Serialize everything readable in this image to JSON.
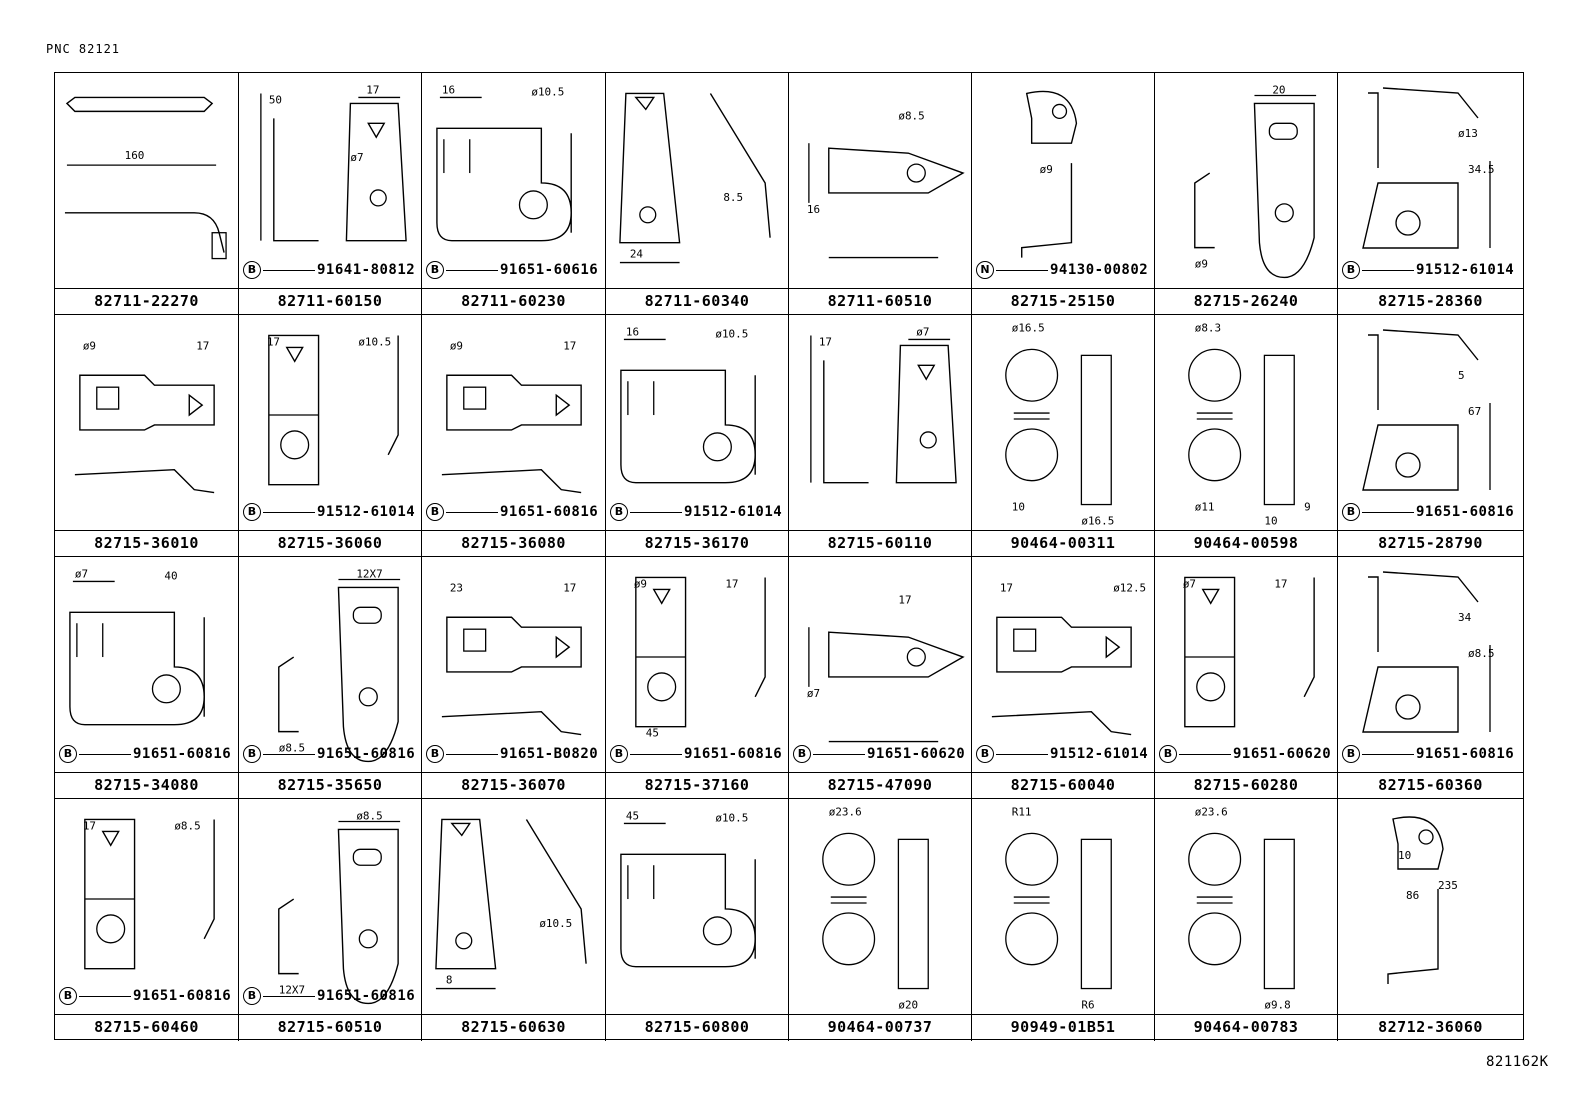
{
  "pnc": "PNC 82121",
  "footer_code": "821162K",
  "cells": [
    {
      "part": "82711-22270",
      "ref_symbol": "",
      "ref_part": "",
      "dims": [
        "160"
      ]
    },
    {
      "part": "82711-60150",
      "ref_symbol": "B",
      "ref_part": "91641-80812",
      "dims": [
        "50",
        "17",
        "ø7"
      ]
    },
    {
      "part": "82711-60230",
      "ref_symbol": "B",
      "ref_part": "91651-60616",
      "dims": [
        "16",
        "ø10.5"
      ]
    },
    {
      "part": "82711-60340",
      "ref_symbol": "",
      "ref_part": "",
      "dims": [
        "8.5",
        "24"
      ]
    },
    {
      "part": "82711-60510",
      "ref_symbol": "",
      "ref_part": "",
      "dims": [
        "ø8.5",
        "16"
      ]
    },
    {
      "part": "82715-25150",
      "ref_symbol": "N",
      "ref_part": "94130-00802",
      "dims": [
        "ø9"
      ]
    },
    {
      "part": "82715-26240",
      "ref_symbol": "",
      "ref_part": "",
      "dims": [
        "20",
        "ø9"
      ]
    },
    {
      "part": "82715-28360",
      "ref_symbol": "B",
      "ref_part": "91512-61014",
      "dims": [
        "ø13",
        "34.5"
      ]
    },
    {
      "part": "82715-36010",
      "ref_symbol": "",
      "ref_part": "",
      "dims": [
        "ø9",
        "17"
      ]
    },
    {
      "part": "82715-36060",
      "ref_symbol": "B",
      "ref_part": "91512-61014",
      "dims": [
        "17",
        "ø10.5"
      ]
    },
    {
      "part": "82715-36080",
      "ref_symbol": "B",
      "ref_part": "91651-60816",
      "dims": [
        "ø9",
        "17"
      ]
    },
    {
      "part": "82715-36170",
      "ref_symbol": "B",
      "ref_part": "91512-61014",
      "dims": [
        "16",
        "ø10.5"
      ]
    },
    {
      "part": "82715-60110",
      "ref_symbol": "",
      "ref_part": "",
      "dims": [
        "17",
        "ø7"
      ]
    },
    {
      "part": "90464-00311",
      "ref_symbol": "",
      "ref_part": "",
      "dims": [
        "ø16.5",
        "ø16.5",
        "10"
      ]
    },
    {
      "part": "90464-00598",
      "ref_symbol": "",
      "ref_part": "",
      "dims": [
        "ø8.3",
        "10",
        "ø11",
        "9"
      ]
    },
    {
      "part": "82715-28790",
      "ref_symbol": "B",
      "ref_part": "91651-60816",
      "dims": [
        "5",
        "67"
      ]
    },
    {
      "part": "82715-34080",
      "ref_symbol": "B",
      "ref_part": "91651-60816",
      "dims": [
        "ø7",
        "40"
      ]
    },
    {
      "part": "82715-35650",
      "ref_symbol": "B",
      "ref_part": "91651-60816",
      "dims": [
        "12X7",
        "ø8.5"
      ]
    },
    {
      "part": "82715-36070",
      "ref_symbol": "B",
      "ref_part": "91651-B0820",
      "dims": [
        "23",
        "17"
      ]
    },
    {
      "part": "82715-37160",
      "ref_symbol": "B",
      "ref_part": "91651-60816",
      "dims": [
        "ø9",
        "17",
        "45"
      ]
    },
    {
      "part": "82715-47090",
      "ref_symbol": "B",
      "ref_part": "91651-60620",
      "dims": [
        "17",
        "ø7"
      ]
    },
    {
      "part": "82715-60040",
      "ref_symbol": "B",
      "ref_part": "91512-61014",
      "dims": [
        "17",
        "ø12.5"
      ]
    },
    {
      "part": "82715-60280",
      "ref_symbol": "B",
      "ref_part": "91651-60620",
      "dims": [
        "ø7",
        "17"
      ]
    },
    {
      "part": "82715-60360",
      "ref_symbol": "B",
      "ref_part": "91651-60816",
      "dims": [
        "34",
        "ø8.5"
      ]
    },
    {
      "part": "82715-60460",
      "ref_symbol": "B",
      "ref_part": "91651-60816",
      "dims": [
        "17",
        "ø8.5"
      ]
    },
    {
      "part": "82715-60510",
      "ref_symbol": "B",
      "ref_part": "91651-60816",
      "dims": [
        "ø8.5",
        "12X7"
      ]
    },
    {
      "part": "82715-60630",
      "ref_symbol": "",
      "ref_part": "",
      "dims": [
        "ø10.5",
        "8"
      ]
    },
    {
      "part": "82715-60800",
      "ref_symbol": "",
      "ref_part": "",
      "dims": [
        "45",
        "ø10.5"
      ]
    },
    {
      "part": "90464-00737",
      "ref_symbol": "",
      "ref_part": "",
      "dims": [
        "ø23.6",
        "ø20"
      ]
    },
    {
      "part": "90949-01B51",
      "ref_symbol": "",
      "ref_part": "",
      "dims": [
        "R11",
        "R6"
      ]
    },
    {
      "part": "90464-00783",
      "ref_symbol": "",
      "ref_part": "",
      "dims": [
        "ø23.6",
        "ø9.8"
      ]
    },
    {
      "part": "82712-36060",
      "ref_symbol": "",
      "ref_part": "",
      "dims": [
        "86",
        "10",
        "235"
      ]
    }
  ]
}
